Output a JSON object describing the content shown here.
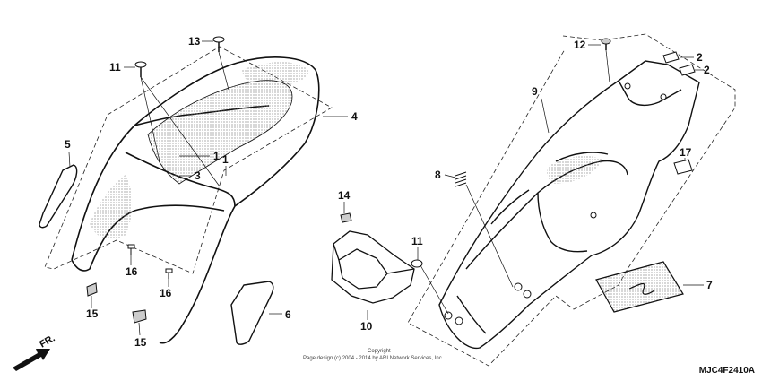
{
  "diagram": {
    "callouts": [
      {
        "id": "c13",
        "text": "13"
      },
      {
        "id": "c11a",
        "text": "11"
      },
      {
        "id": "c4",
        "text": "4"
      },
      {
        "id": "c5",
        "text": "5"
      },
      {
        "id": "c1a",
        "text": "1"
      },
      {
        "id": "c3",
        "text": "3"
      },
      {
        "id": "c1b",
        "text": "1"
      },
      {
        "id": "c16a",
        "text": "16"
      },
      {
        "id": "c16b",
        "text": "16"
      },
      {
        "id": "c15a",
        "text": "15"
      },
      {
        "id": "c15b",
        "text": "15"
      },
      {
        "id": "c6",
        "text": "6"
      },
      {
        "id": "c14",
        "text": "14"
      },
      {
        "id": "c10",
        "text": "10"
      },
      {
        "id": "c11b",
        "text": "11"
      },
      {
        "id": "c8",
        "text": "8"
      },
      {
        "id": "c9",
        "text": "9"
      },
      {
        "id": "c12",
        "text": "12"
      },
      {
        "id": "c2a",
        "text": "2"
      },
      {
        "id": "c2b",
        "text": "2"
      },
      {
        "id": "c17",
        "text": "17"
      },
      {
        "id": "c7",
        "text": "7"
      }
    ],
    "front_arrow_label": "FR.",
    "copyright_line1": "Copyright",
    "copyright_line2": "Page design (c) 2004 - 2014 by ARI Network Services, Inc.",
    "diagram_code": "MJC4F2410A"
  }
}
